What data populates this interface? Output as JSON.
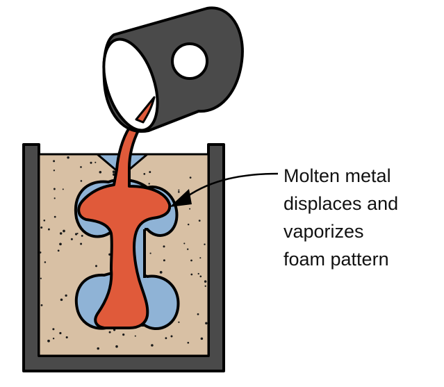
{
  "annotation": {
    "lines": [
      "Molten metal",
      "displaces and",
      "vaporizes",
      "foam pattern"
    ]
  },
  "colors": {
    "flask_wall": "#4a4a4a",
    "sand": "#d8c0a4",
    "molten_metal": "#e05a3a",
    "foam_pattern": "#8fb3d6",
    "ladle": "#4a4a4a",
    "outline": "#000000",
    "sand_speckle": "#1a1a1a"
  }
}
